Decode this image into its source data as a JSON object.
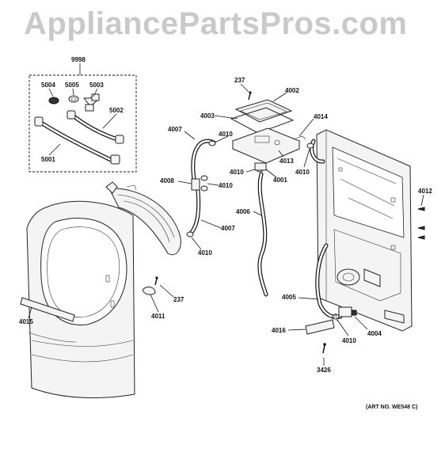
{
  "watermark": "AppliancePartsPros.com",
  "art_number": "(ART NO. WE548 C)",
  "labels": {
    "l9998": "9998",
    "l5004": "5004",
    "l5005": "5005",
    "l5003": "5003",
    "l5002": "5002",
    "l5001": "5001",
    "l237a": "237",
    "l4002": "4002",
    "l4003": "4003",
    "l4014": "4014",
    "l4007a": "4007",
    "l4010a": "4010",
    "l4013": "4013",
    "l4010b": "4010",
    "l4001": "4001",
    "l4010c": "4010",
    "l4008": "4008",
    "l4010d": "4010",
    "l4012": "4012",
    "l4006": "4006",
    "l4007b": "4007",
    "l4010e": "4010",
    "l237b": "237",
    "l4011": "4011",
    "l4015": "4015",
    "l4005": "4005",
    "l4016": "4016",
    "l4010f": "4010",
    "l4004": "4004",
    "l3426": "3426"
  }
}
